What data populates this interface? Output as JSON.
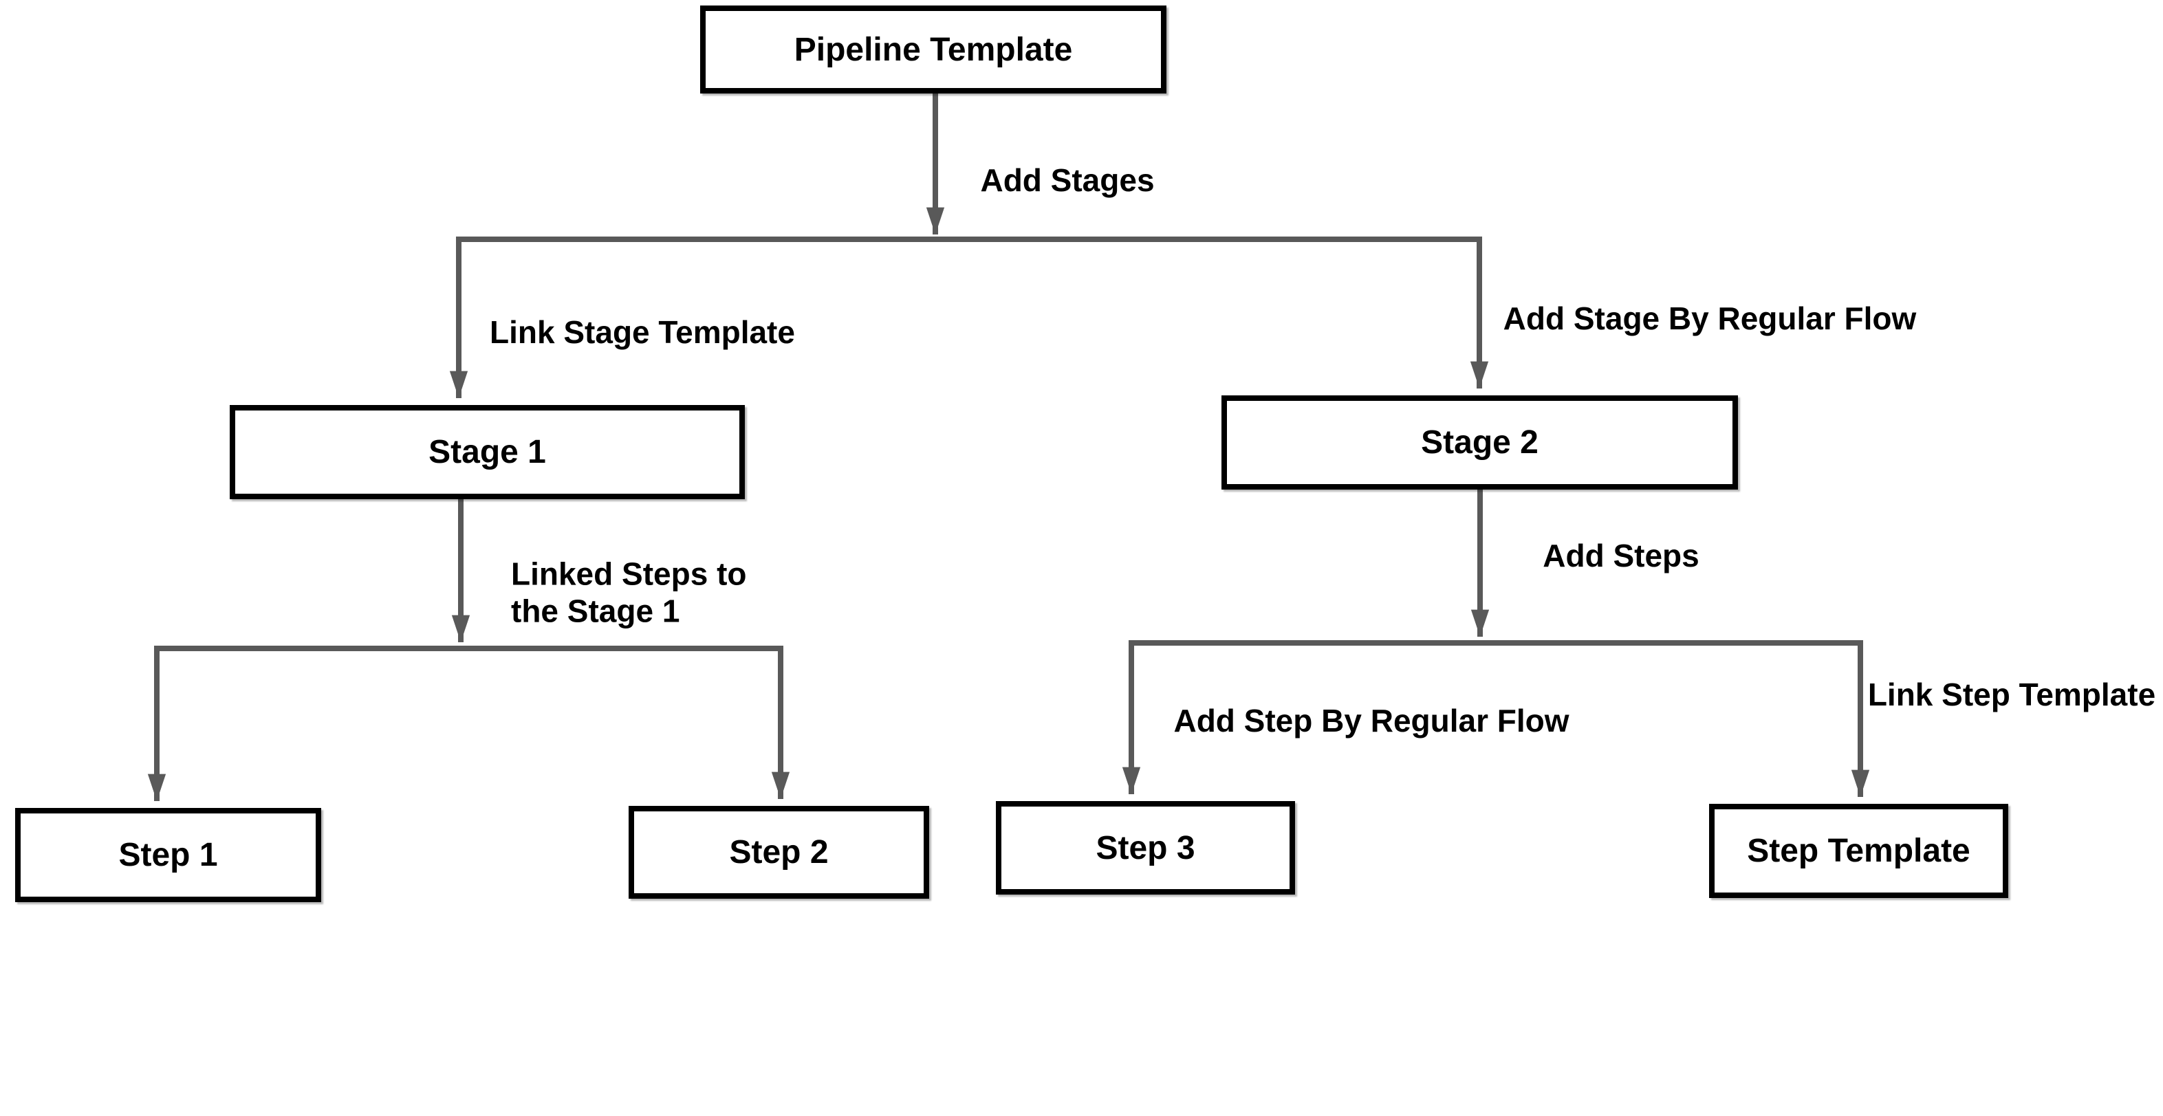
{
  "diagram": {
    "title": "Pipeline Template flow diagram",
    "nodes": [
      {
        "id": "pipeline-template",
        "label": "Pipeline Template"
      },
      {
        "id": "stage-1",
        "label": "Stage 1"
      },
      {
        "id": "stage-2",
        "label": "Stage 2"
      },
      {
        "id": "step-1",
        "label": "Step 1"
      },
      {
        "id": "step-2",
        "label": "Step 2"
      },
      {
        "id": "step-3",
        "label": "Step 3"
      },
      {
        "id": "step-template",
        "label": "Step Template"
      }
    ],
    "edge_labels": [
      {
        "id": "add-stages",
        "label": "Add Stages"
      },
      {
        "id": "link-stage-template",
        "label": "Link Stage Template"
      },
      {
        "id": "add-stage-by-regular-flow",
        "label": "Add Stage By Regular Flow"
      },
      {
        "id": "linked-steps-to-stage-1",
        "label": "Linked Steps to the Stage 1"
      },
      {
        "id": "add-steps",
        "label": "Add Steps"
      },
      {
        "id": "add-step-by-regular-flow",
        "label": "Add Step By Regular Flow"
      },
      {
        "id": "link-step-template",
        "label": "Link Step Template"
      }
    ],
    "edges": [
      {
        "from": "pipeline-template",
        "to": "stage-1",
        "label": "Link Stage Template"
      },
      {
        "from": "pipeline-template",
        "to": "stage-2",
        "label": "Add Stage By Regular Flow"
      },
      {
        "from": "stage-1",
        "to": "step-1",
        "label": "Linked Steps to the Stage 1"
      },
      {
        "from": "stage-1",
        "to": "step-2",
        "label": "Linked Steps to the Stage 1"
      },
      {
        "from": "stage-2",
        "to": "step-3",
        "label": "Add Step By Regular Flow"
      },
      {
        "from": "stage-2",
        "to": "step-template",
        "label": "Link Step Template"
      }
    ],
    "colors": {
      "background": "#ffffff",
      "node_fill": "#ffffff",
      "node_border": "#000000",
      "connector": "#595959",
      "text": "#000000"
    }
  }
}
